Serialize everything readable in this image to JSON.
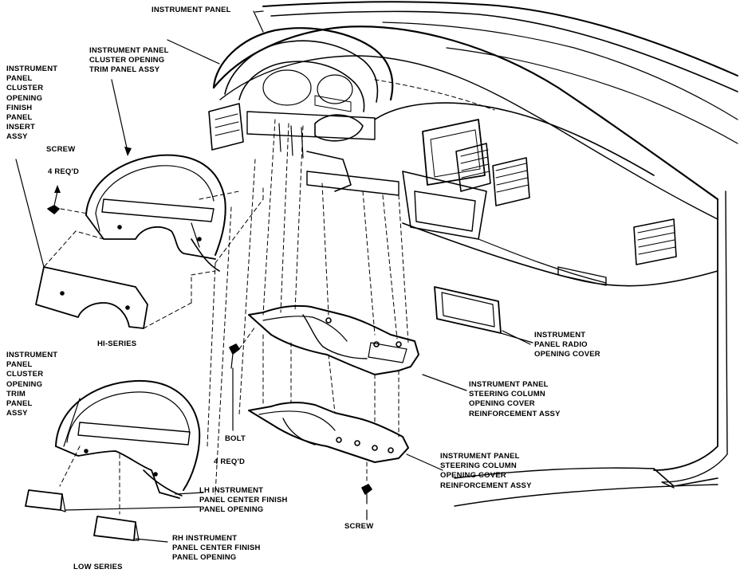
{
  "colors": {
    "ink": "#000000",
    "paper": "#ffffff"
  },
  "callouts": [
    {
      "name": "label-instrument-panel",
      "lines": [
        "INSTRUMENT PANEL"
      ]
    },
    {
      "name": "label-hi-cluster-opening-trim-panel-assy",
      "lines": [
        "INSTRUMENT PANEL",
        "CLUSTER OPENING",
        "TRIM PANEL ASSY"
      ]
    },
    {
      "name": "label-cluster-opening-finish-panel-insert-assy",
      "lines": [
        "INSTRUMENT",
        "PANEL",
        "CLUSTER",
        "OPENING",
        "FINISH",
        "PANEL",
        "INSERT",
        "ASSY"
      ]
    },
    {
      "name": "label-screw-upper",
      "lines": [
        "SCREW"
      ]
    },
    {
      "name": "label-screw-upper-qty",
      "lines": [
        "4 REQ'D"
      ]
    },
    {
      "name": "label-hi-series",
      "lines": [
        "HI-SERIES"
      ]
    },
    {
      "name": "label-radio-opening-cover",
      "lines": [
        "INSTRUMENT",
        "PANEL RADIO",
        "OPENING COVER"
      ]
    },
    {
      "name": "label-steering-column-reinforcement-upper",
      "lines": [
        "INSTRUMENT PANEL",
        "STEERING COLUMN",
        "OPENING COVER",
        "REINFORCEMENT ASSY"
      ]
    },
    {
      "name": "label-low-cluster-opening-trim-panel-assy",
      "lines": [
        "INSTRUMENT",
        "PANEL",
        "CLUSTER",
        "OPENING",
        "TRIM",
        "PANEL",
        "ASSY"
      ]
    },
    {
      "name": "label-bolt",
      "lines": [
        "BOLT"
      ]
    },
    {
      "name": "label-bolt-qty",
      "lines": [
        "4 REQ'D"
      ]
    },
    {
      "name": "label-steering-column-reinforcement-lower",
      "lines": [
        "INSTRUMENT PANEL",
        "STEERING COLUMN",
        "OPENING COVER",
        "REINFORCEMENT ASSY"
      ]
    },
    {
      "name": "label-lh-center-finish-panel-opening",
      "lines": [
        "LH INSTRUMENT",
        "PANEL CENTER FINISH",
        "PANEL OPENING"
      ]
    },
    {
      "name": "label-rh-center-finish-panel-opening",
      "lines": [
        "RH INSTRUMENT",
        "PANEL CENTER FINISH",
        "PANEL OPENING"
      ]
    },
    {
      "name": "label-screw-lower",
      "lines": [
        "SCREW"
      ]
    },
    {
      "name": "label-low-series",
      "lines": [
        "LOW SERIES"
      ]
    }
  ]
}
